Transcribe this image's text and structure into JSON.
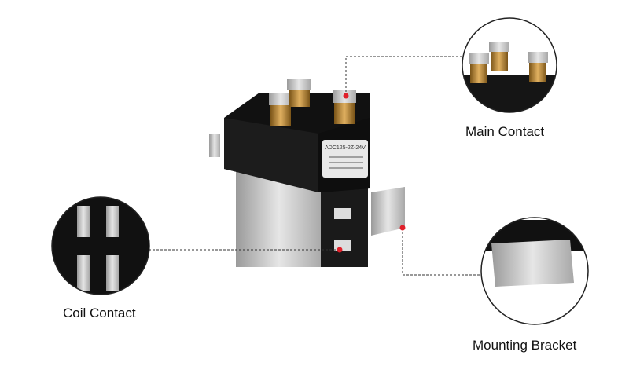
{
  "product": {
    "model_label": "ADC125-2Z-24V"
  },
  "callouts": [
    {
      "label": "Main Contact"
    },
    {
      "label": "Coil Contact"
    },
    {
      "label": "Mounting Bracket"
    }
  ],
  "colors": {
    "marker": "#e0202a",
    "body": "#1a1a1a",
    "metal": "#c8c8c8",
    "brass": "#b8893a"
  }
}
